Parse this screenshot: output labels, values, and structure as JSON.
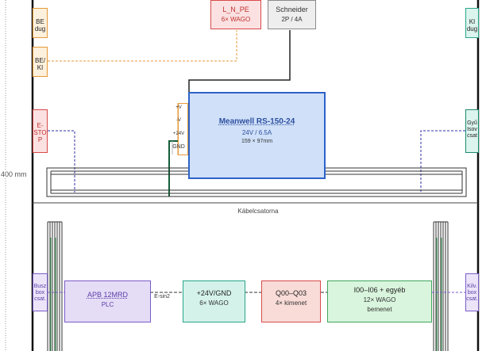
{
  "left_side": {
    "be_dug": "BE\ndug",
    "be_ki": "BE/\nKI",
    "estop": "E-\nSTO\nP",
    "bus": "Busz\nbox\ncsat."
  },
  "right_side": {
    "ki_dug": "KI\ndug",
    "gyujto": "Gyű\nIsov\ncsat",
    "kilo": "Kilv.\nbox\ncsat."
  },
  "dimension_label": "400 mm",
  "terminals": {
    "title": "L_N_PE",
    "sub": "6× WAGO"
  },
  "breaker": {
    "title": "Schneider",
    "sub": "2P / 4A"
  },
  "psu": {
    "title": "Meanwell RS-150-24",
    "line1": "24V / 6.5A",
    "line2": "159 × 97mm",
    "pins": [
      "+V",
      "-V",
      "+24V",
      "GND"
    ]
  },
  "cable_duct": {
    "label": "Kábelcsatorna"
  },
  "plc": {
    "title": "APB 12MRD",
    "sub": "PLC"
  },
  "bus_label": "E-sin2",
  "power_terminals": {
    "title": "+24V/GND",
    "sub": "6× WAGO"
  },
  "outputs": {
    "title": "Q00–Q03",
    "sub": "4× kimenet"
  },
  "inputs": {
    "title": "I00–I06 + egyéb",
    "line1": "12× WAGO",
    "line2": "bemenet"
  },
  "colors": {
    "orange": "#e69a3a",
    "red": "#d84a4a",
    "teal": "#2aa58a",
    "purple": "#7a5cc8",
    "blue": "#2d62c8",
    "green": "#3fa65e"
  }
}
